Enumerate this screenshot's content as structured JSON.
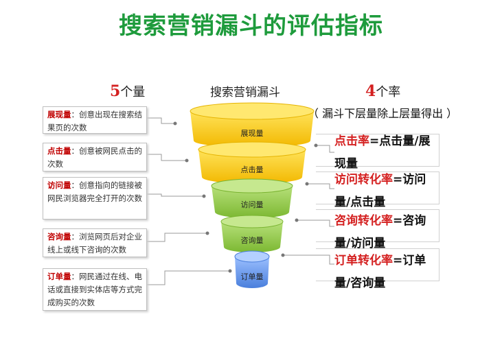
{
  "title": "搜索营销漏斗的评估指标",
  "left_header": {
    "num": "5",
    "text": "个量"
  },
  "funnel_header": "搜索营销漏斗",
  "right_header": {
    "num": "4",
    "text": "个率"
  },
  "right_note": "（ 漏斗下层量除上层量得出 ）",
  "funnel_layers": [
    "展现量",
    "点击量",
    "访问量",
    "咨询量",
    "订单量"
  ],
  "definitions": [
    {
      "term": "展现量",
      "text": "：创意出现在搜索结果页的次数"
    },
    {
      "term": "点击量",
      "text": "：创意被网民点击的次数"
    },
    {
      "term": "访问量",
      "text": "：创意指向的链接被网民浏览器完全打开的次数"
    },
    {
      "term": "咨询量",
      "text": "：浏览网页后对企业线上或线下咨询的次数"
    },
    {
      "term": "订单量",
      "text": "：网民通过在线、电话或直接到实体店等方式完成购买的次数"
    }
  ],
  "rates": [
    {
      "term": "点击率",
      "formula": "=点击量/展现量"
    },
    {
      "term": "访问转化率",
      "formula": "=访问量/点击量"
    },
    {
      "term": "咨询转化率",
      "formula": "=咨询量/访问量"
    },
    {
      "term": "订单转化率",
      "formula": "=订单量/咨询量"
    }
  ],
  "colors": {
    "title": "#1e9b3c",
    "term": "#d42020",
    "yellow": "#f5c400",
    "green": "#8dc63f",
    "blue": "#5b8fe0"
  }
}
